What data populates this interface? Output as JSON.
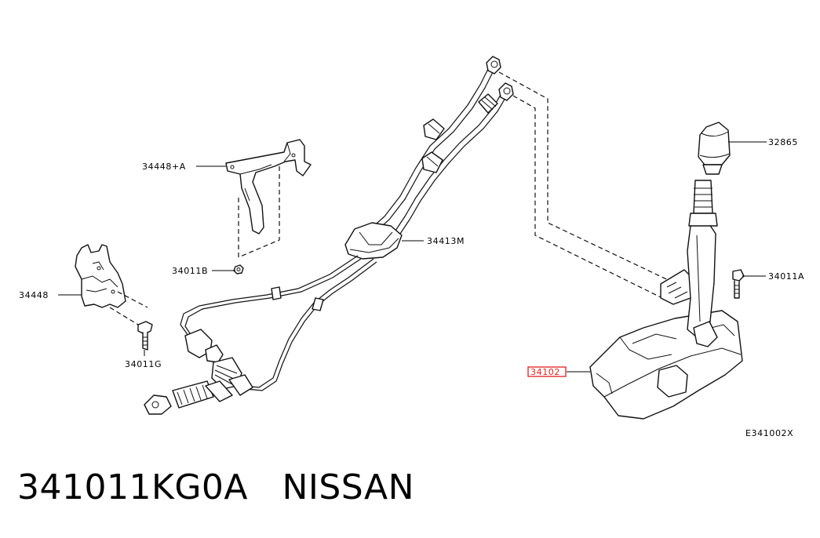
{
  "diagram": {
    "labels": {
      "l_34448A": "34448+A",
      "l_34011B": "34011B",
      "l_34448": "34448",
      "l_34011G": "34011G",
      "l_34413M": "34413M",
      "l_32865": "32865",
      "l_34011A": "34011A",
      "l_34102": "34102",
      "l_code": "E341002X"
    },
    "highlight_color": "#e0201e"
  },
  "footer": {
    "text": "341011KG0A   NISSAN"
  }
}
